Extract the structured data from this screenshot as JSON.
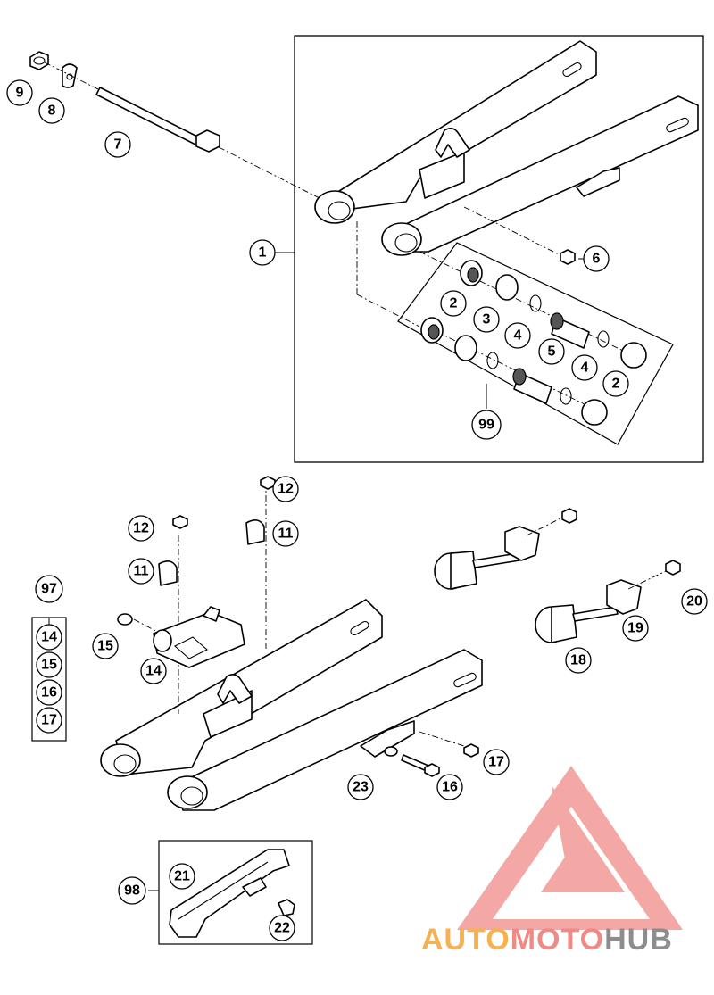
{
  "callouts": {
    "c1": "1",
    "c2a": "2",
    "c2b": "2",
    "c3": "3",
    "c4a": "4",
    "c4b": "4",
    "c5": "5",
    "c6": "6",
    "c7": "7",
    "c8": "8",
    "c9": "9",
    "c99": "99",
    "c11a": "11",
    "c11b": "11",
    "c12a": "12",
    "c12b": "12",
    "c14a": "14",
    "c15a": "15",
    "c16a": "16",
    "c17a": "17",
    "c18": "18",
    "c19": "19",
    "c20": "20",
    "c21": "21",
    "c22": "22",
    "c23": "23",
    "c97": "97",
    "c97_14": "14",
    "c97_15": "15",
    "c97_16": "16",
    "c97_17": "17",
    "c98": "98"
  },
  "watermark": {
    "part1": "AUTO",
    "part2": "MOTO",
    "part3": "HUB",
    "color_orange": "#f6b150",
    "color_red": "#f08a86",
    "color_grey": "#8d8d8d"
  }
}
